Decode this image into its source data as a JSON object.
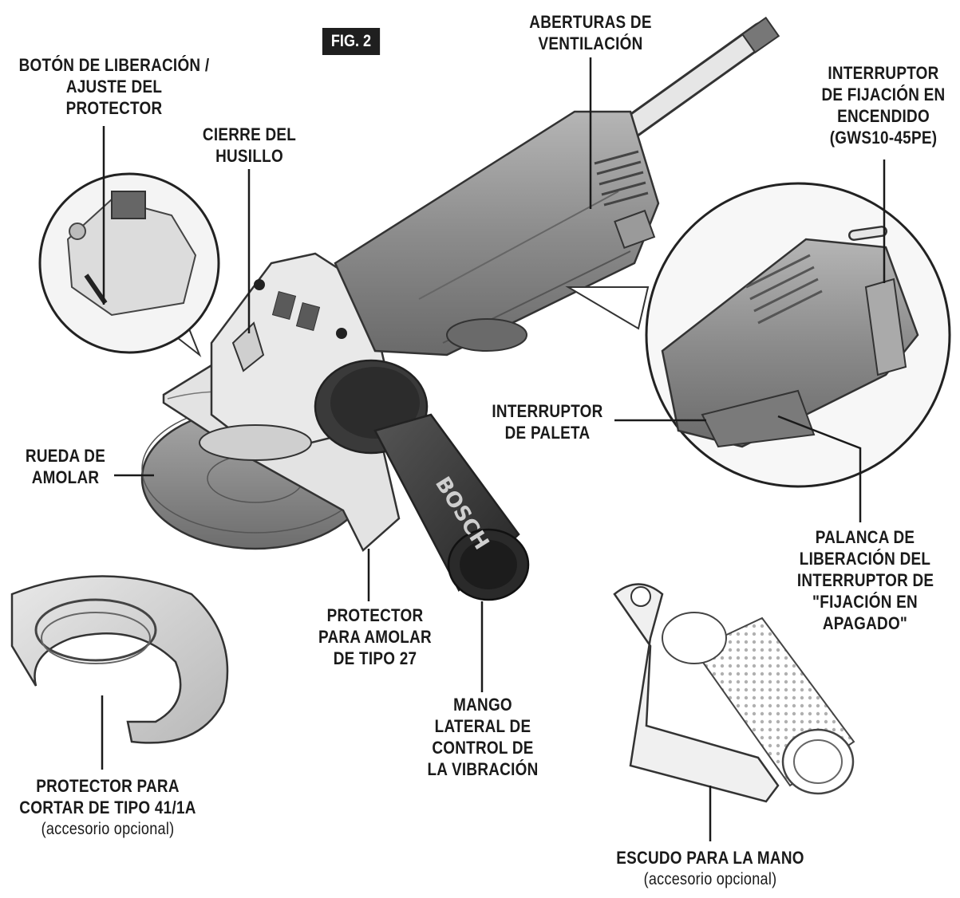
{
  "figure": {
    "label": "FIG. 2"
  },
  "labels": {
    "boton_liberacion": [
      "BOTÓN DE LIBERACIÓN /",
      "AJUSTE DEL",
      "PROTECTOR"
    ],
    "cierre_husillo": [
      "CIERRE DEL",
      "HUSILLO"
    ],
    "aberturas": [
      "ABERTURAS DE",
      "VENTILACIÓN"
    ],
    "interruptor_fijacion": [
      "INTERRUPTOR",
      "DE FIJACIÓN EN",
      "ENCENDIDO",
      "(GWS10-45PE)"
    ],
    "interruptor_paleta": [
      "INTERRUPTOR",
      "DE PALETA"
    ],
    "rueda": [
      "RUEDA DE",
      "AMOLAR"
    ],
    "palanca": [
      "PALANCA DE",
      "LIBERACIÓN DEL",
      "INTERRUPTOR DE",
      "\"FIJACIÓN EN",
      "APAGADO\""
    ],
    "protector_27": [
      "PROTECTOR",
      "PARA AMOLAR",
      "DE TIPO 27"
    ],
    "mango": [
      "MANGO",
      "LATERAL DE",
      "CONTROL DE",
      "LA VIBRACIÓN"
    ],
    "protector_41": [
      "PROTECTOR PARA",
      "CORTAR DE TIPO 41/1A",
      "(accesorio opcional)"
    ],
    "escudo": [
      "ESCUDO PARA LA MANO",
      "(accesorio opcional)"
    ]
  },
  "brand": {
    "handle_text": "BOSCH"
  },
  "colors": {
    "ink": "#1a1a1a",
    "body_gray": "#8f8f8f",
    "dark_gray": "#3a3a3a",
    "light_gray": "#d9d9d9"
  }
}
